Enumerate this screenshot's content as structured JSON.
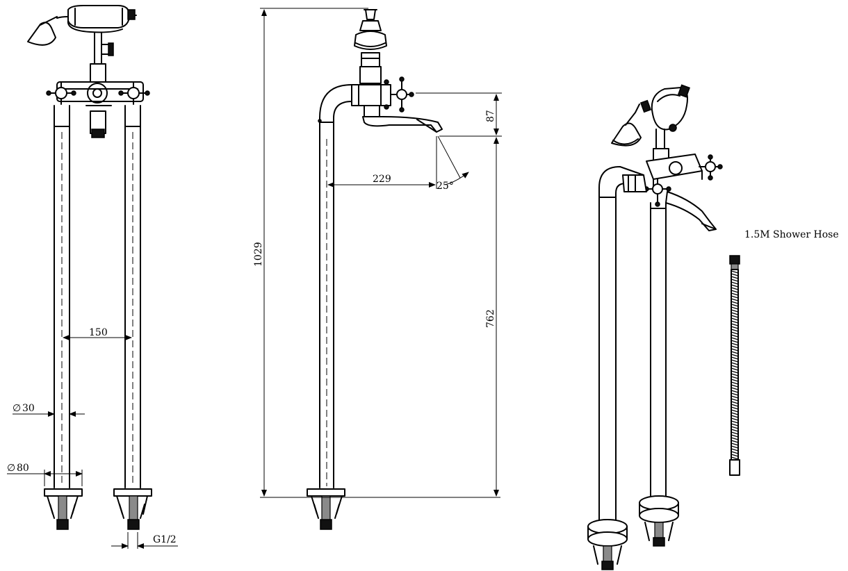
{
  "front_view": {
    "dim_spacing": "150",
    "dim_pipe_diameter": "30",
    "dim_base_diameter": "80",
    "dim_thread": "G1/2",
    "diameter_symbol": "∅"
  },
  "side_view": {
    "dim_total_height": "1029",
    "dim_spout_height": "762",
    "dim_spout_drop": "87",
    "dim_spout_reach": "229",
    "dim_spout_angle": "25°"
  },
  "accessory": {
    "hose_label": "1.5M Shower Hose"
  }
}
